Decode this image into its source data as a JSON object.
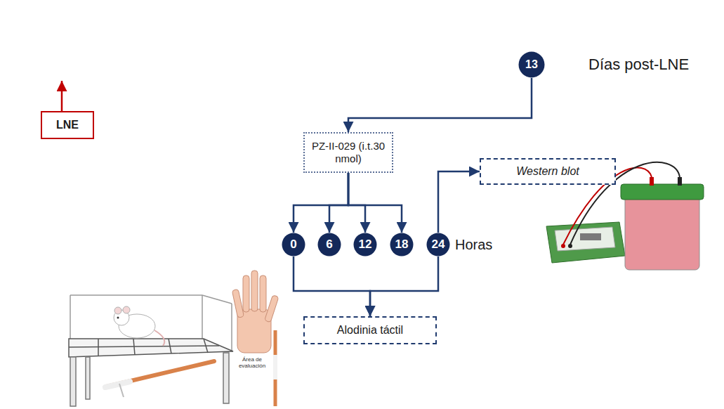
{
  "diagram": {
    "nodes": [
      {
        "text": [
          "Días post-LNE"
        ]
      },
      {
        "text": [
          "13"
        ],
        "in": 0
      },
      {
        "text": [
          "LNE"
        ]
      },
      {
        "text": [
          "PZ-II-029 (i.t.30 nmol)"
        ]
      },
      {
        "text": [
          "Western blot"
        ]
      },
      {
        "text": [
          "Horas"
        ]
      },
      {
        "text": [
          "0"
        ],
        "in": 5
      },
      {
        "text": [
          "6"
        ],
        "in": 5
      },
      {
        "text": [
          "12"
        ],
        "in": 5
      },
      {
        "text": [
          "18"
        ],
        "in": 5
      },
      {
        "text": [
          "24"
        ],
        "in": 5
      },
      {
        "text": [
          "Alodinia táctil"
        ]
      }
    ],
    "edges": [
      {
        "from": 1,
        "to": 3,
        "arrow": "to"
      },
      {
        "from": 3,
        "to": 6,
        "arrow": "to"
      },
      {
        "from": 3,
        "to": 7,
        "arrow": "to"
      },
      {
        "from": 3,
        "to": 8,
        "arrow": "to"
      },
      {
        "from": 3,
        "to": 9,
        "arrow": "to"
      },
      {
        "from": 10,
        "to": 4,
        "arrow": "to"
      },
      {
        "from": 6,
        "to": 11,
        "arrow": "to"
      },
      {
        "from": 10,
        "to": 11,
        "arrow": "to"
      }
    ],
    "labels": [
      "Área de evaluación"
    ]
  }
}
